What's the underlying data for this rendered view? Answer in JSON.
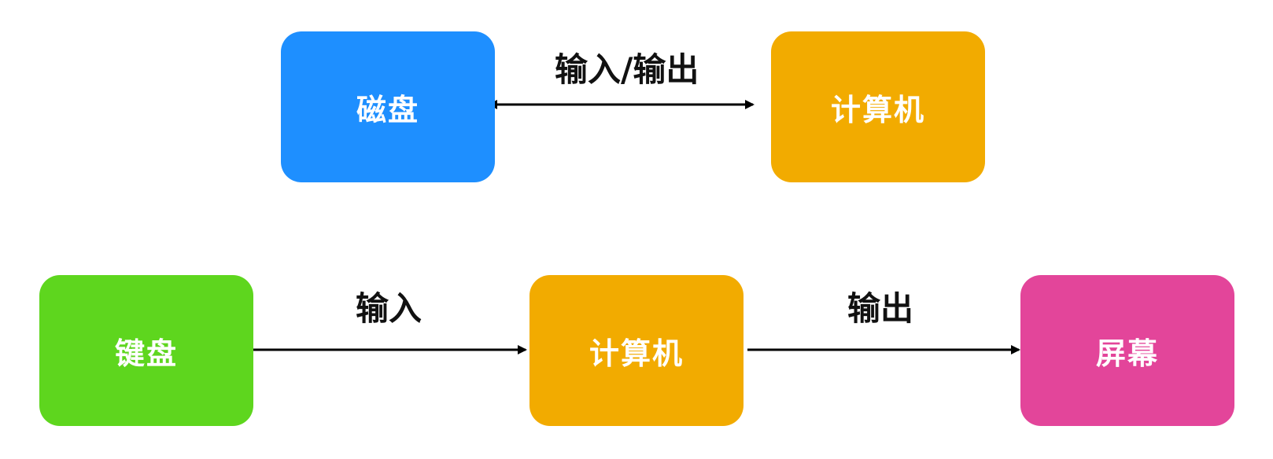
{
  "diagram": {
    "top_row": {
      "disk": {
        "label": "磁盘",
        "color": "#1e8fff"
      },
      "computer": {
        "label": "计算机",
        "color": "#f2ab00"
      },
      "io_label": "输入/输出"
    },
    "bottom_row": {
      "keyboard": {
        "label": "键盘",
        "color": "#5ed61e"
      },
      "computer": {
        "label": "计算机",
        "color": "#f2ab00"
      },
      "screen": {
        "label": "屏幕",
        "color": "#e3459a"
      },
      "input_label": "输入",
      "output_label": "输出"
    },
    "arrow_color": "#000000"
  }
}
